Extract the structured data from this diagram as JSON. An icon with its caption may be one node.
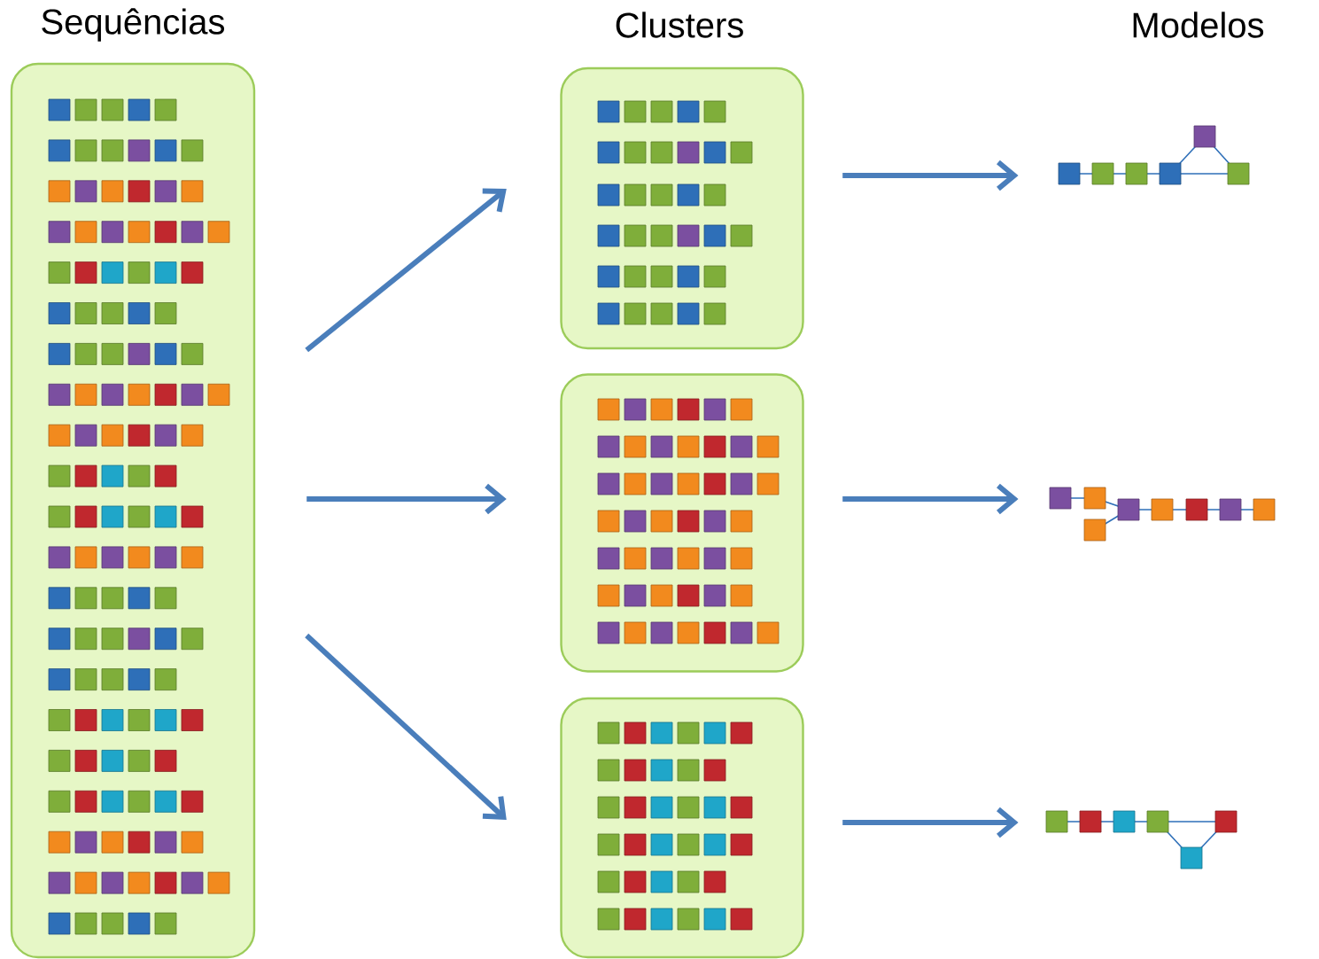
{
  "diagram": {
    "nodes": [
      {
        "text": [],
        "shape": "box"
      },
      {
        "text": [],
        "shape": "box"
      },
      {
        "text": [],
        "shape": "box"
      },
      {
        "text": [],
        "shape": "box"
      },
      {
        "text": [],
        "shape": "picture"
      },
      {
        "text": [],
        "shape": "picture"
      },
      {
        "text": [],
        "shape": "picture"
      }
    ],
    "edges": [
      {
        "from": 0,
        "to": 1,
        "arrow": "to"
      },
      {
        "from": 0,
        "to": 2,
        "arrow": "to"
      },
      {
        "from": 0,
        "to": 3,
        "arrow": "to"
      },
      {
        "from": 1,
        "to": 4,
        "arrow": "to"
      },
      {
        "from": 2,
        "to": 5,
        "arrow": "to"
      },
      {
        "from": 3,
        "to": 6,
        "arrow": "to"
      }
    ],
    "labels": [
      "Sequências",
      "Clusters",
      "Modelos"
    ]
  }
}
